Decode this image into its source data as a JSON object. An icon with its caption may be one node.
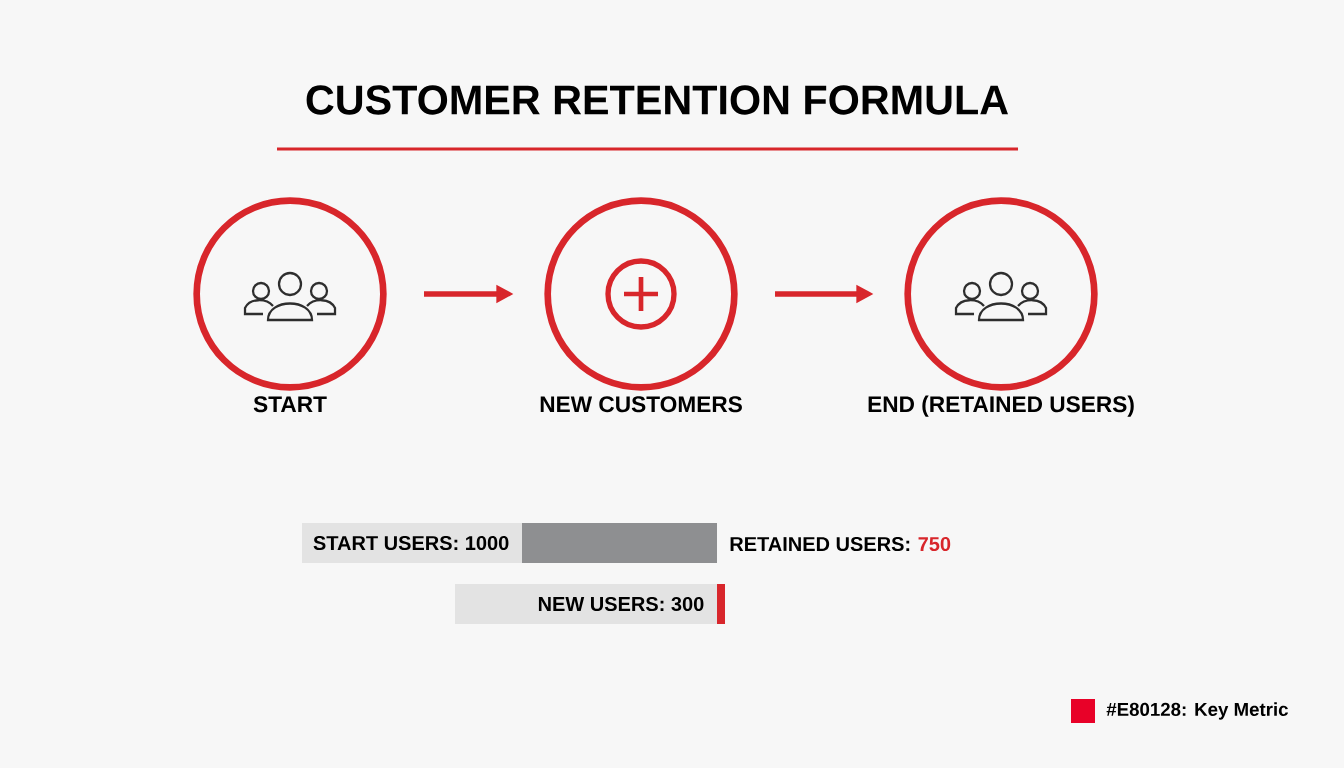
{
  "diagram": {
    "title": "CUSTOMER RETENTION FORMULA",
    "nodes": [
      {
        "text": [
          "START"
        ]
      },
      {
        "text": [
          "NEW CUSTOMERS"
        ]
      },
      {
        "text": [
          "END (RETAINED USERS)"
        ]
      },
      {
        "text": [
          "START USERS: 1000"
        ]
      },
      {
        "text": [
          "NEW USERS: 300"
        ]
      }
    ],
    "edges": [
      {
        "from": 0,
        "to": 1,
        "arrow": "to"
      },
      {
        "from": 1,
        "to": 2,
        "arrow": "to"
      }
    ],
    "labels": [
      "RETAINED USERS:",
      "750"
    ],
    "legend": [
      {
        "text": "#E80128: Key Metric",
        "color": "#e80128"
      }
    ]
  }
}
